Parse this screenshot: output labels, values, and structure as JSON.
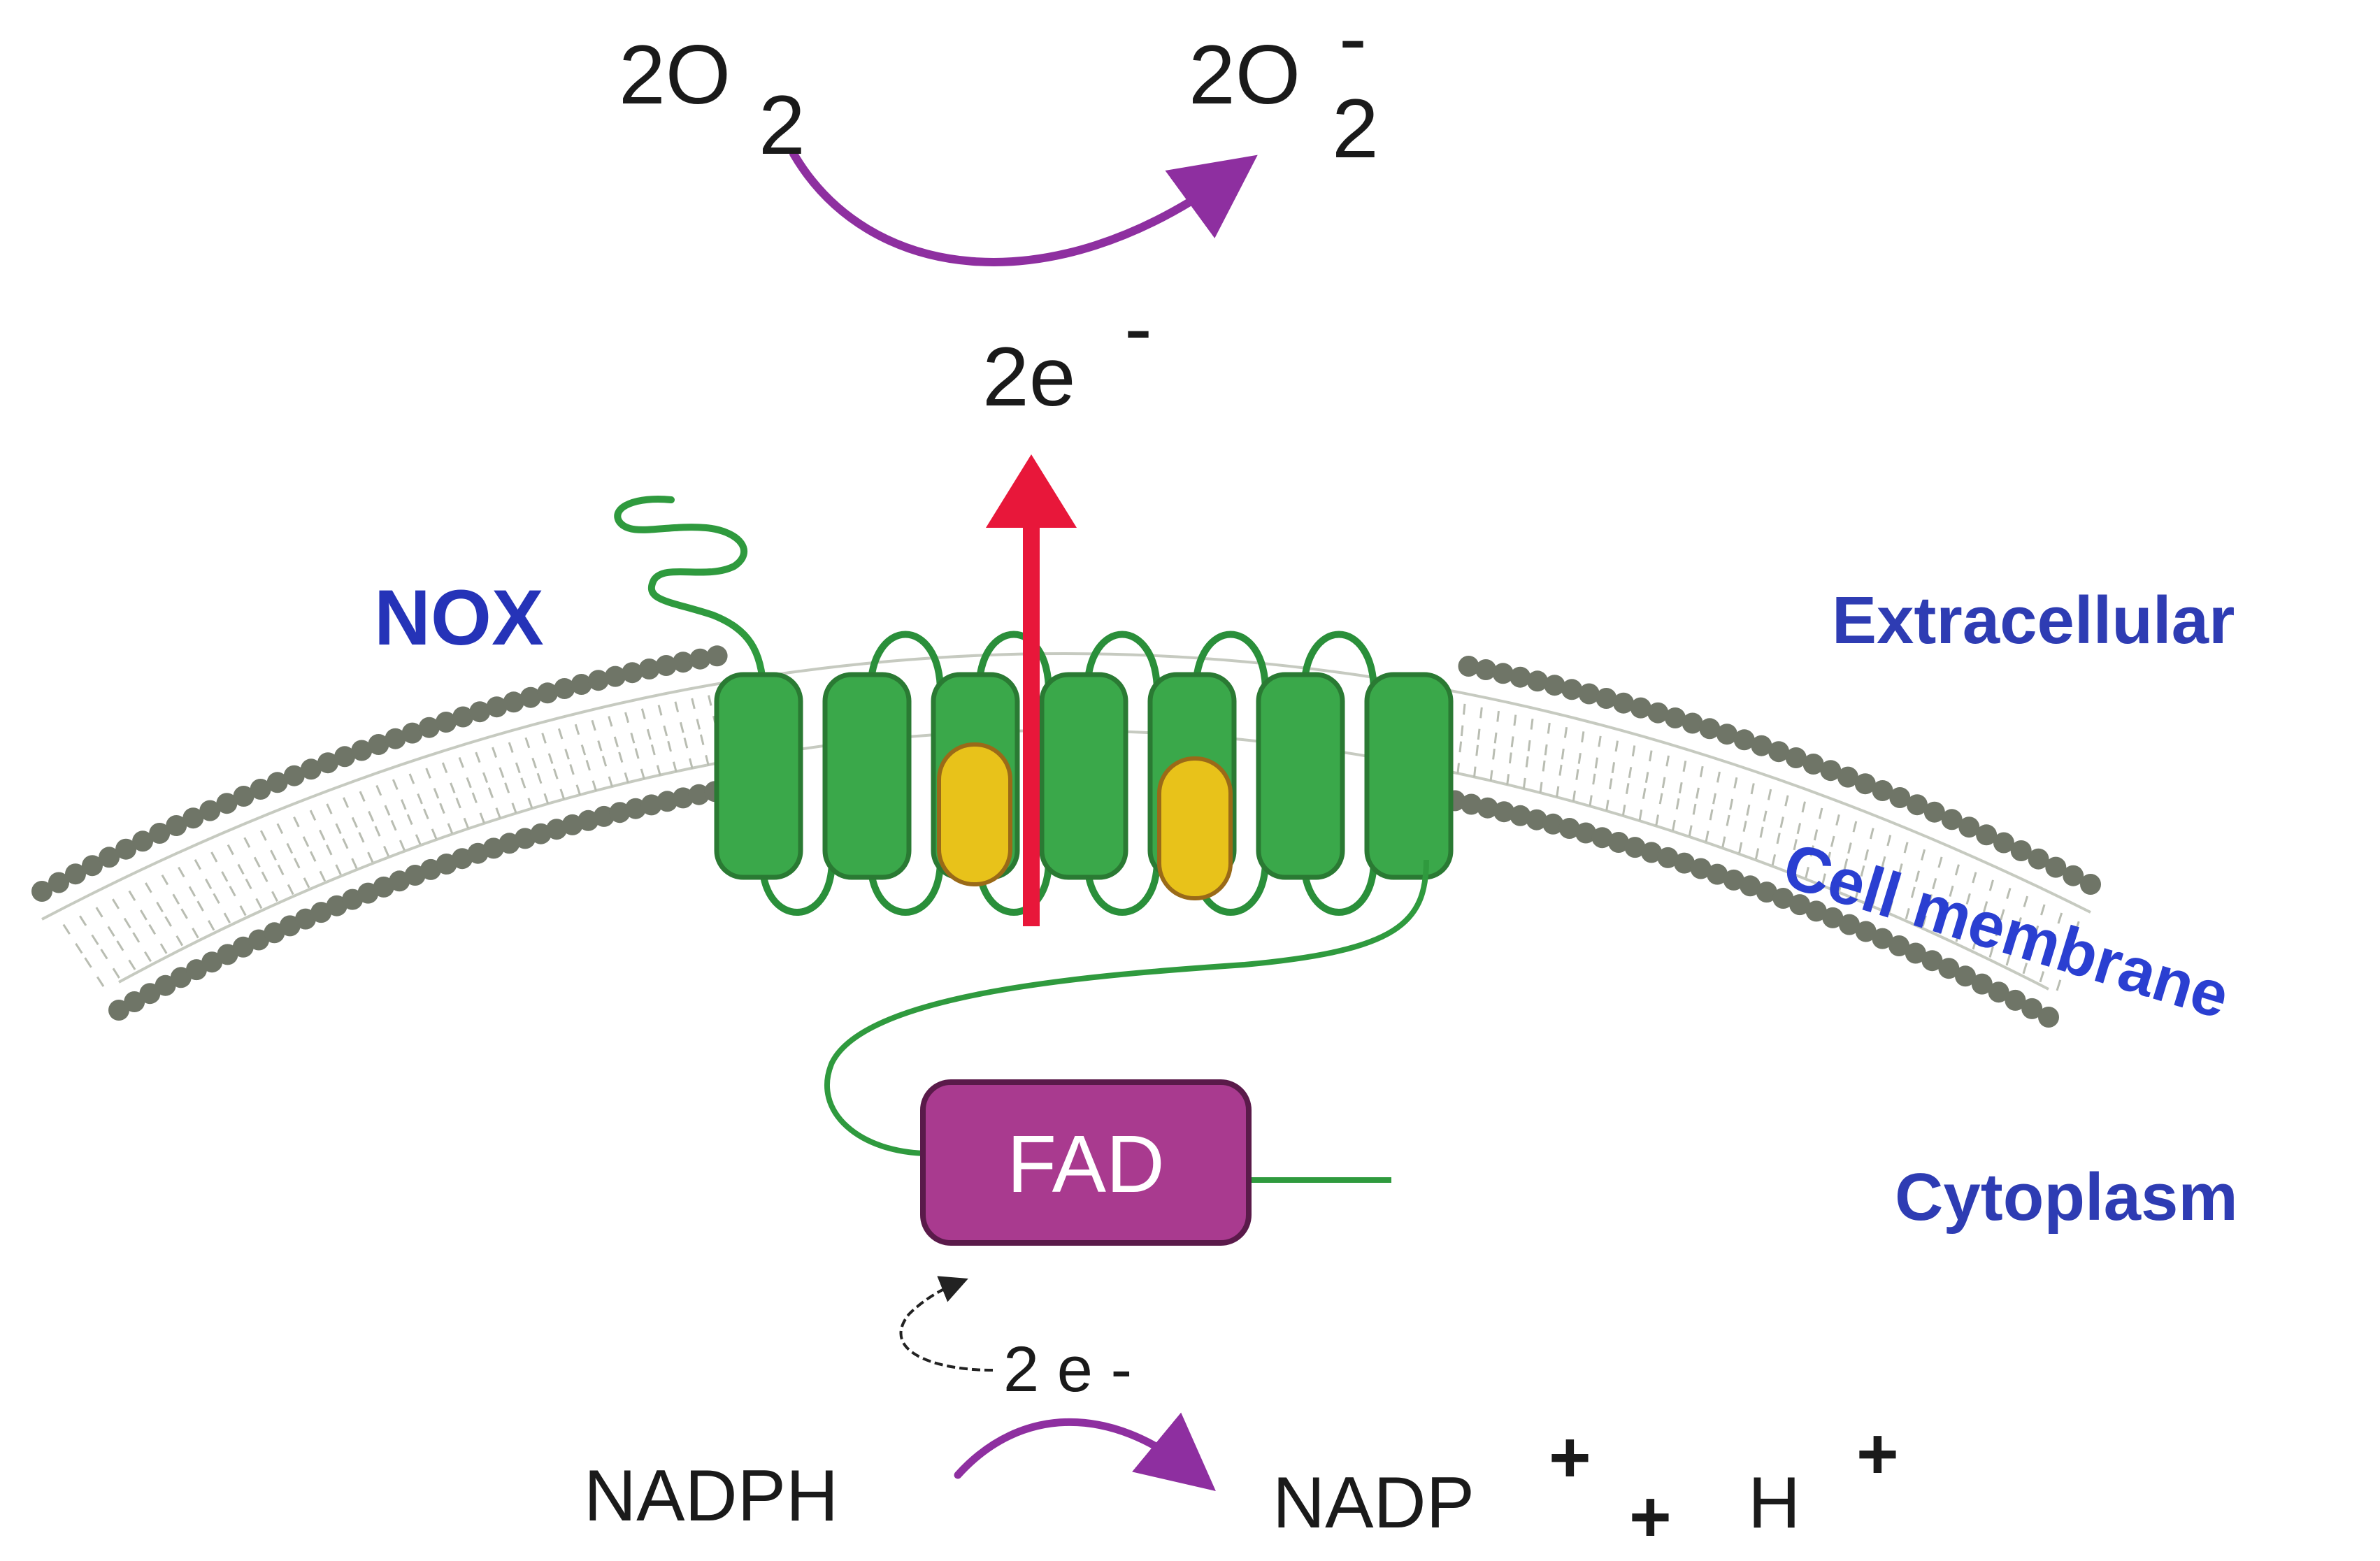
{
  "reaction_top": {
    "reactant": "2O",
    "reactant_sub": "2",
    "product": "2O",
    "product_sub": "2",
    "product_sup": "-",
    "electron": "2e",
    "electron_sup": "-"
  },
  "labels": {
    "nox": "NOX",
    "extracellular": "Extracellular",
    "cell_membrane": "Cell membrane",
    "cytoplasm": "Cytoplasm",
    "fad": "FAD"
  },
  "reaction_bottom": {
    "electron": "2 e -",
    "reactant": "NADPH",
    "product": "NADP",
    "product_sup": "+",
    "plus": "+",
    "proton": "H",
    "proton_sup": "+"
  },
  "colors": {
    "protein_green": "#3aa84a",
    "protein_outline": "#2a7a33",
    "heme_yellow": "#e8c21a",
    "fad_magenta": "#a93a8f",
    "arrow_red": "#e8173a",
    "arrow_purple": "#8e2fa0",
    "membrane_grey": "#6f7567"
  }
}
